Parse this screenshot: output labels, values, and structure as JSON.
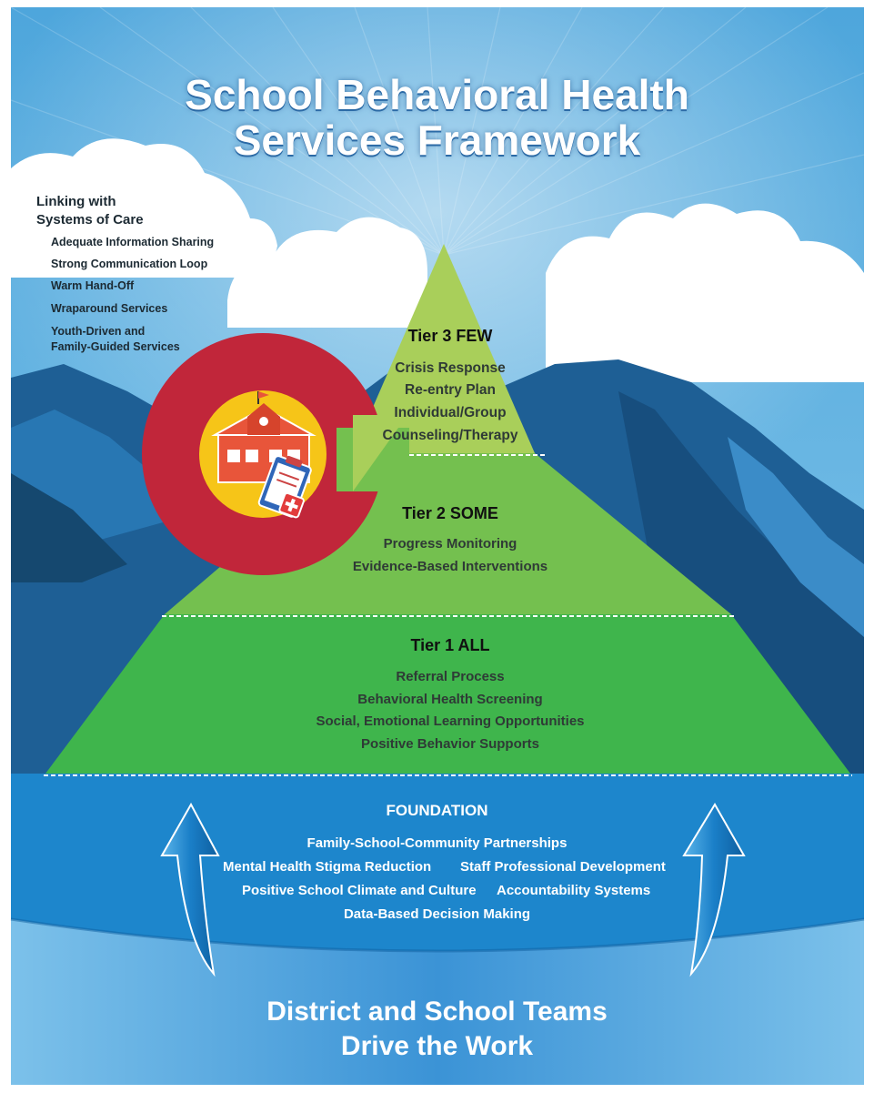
{
  "title": {
    "line1": "School Behavioral Health",
    "line2": "Services Framework"
  },
  "systems_of_care": {
    "heading_line1": "Linking with",
    "heading_line2": "Systems of Care",
    "items": [
      "Adequate Information Sharing",
      "Strong Communication Loop",
      "Warm Hand-Off",
      "Wraparound Services",
      "Youth-Driven and",
      "Family-Guided Services"
    ]
  },
  "tiers": {
    "tier3": {
      "heading": "Tier 3 FEW",
      "items": [
        "Crisis Response",
        "Re-entry Plan",
        "Individual/Group",
        "Counseling/Therapy"
      ]
    },
    "tier2": {
      "heading": "Tier 2 SOME",
      "items": [
        "Progress Monitoring",
        "Evidence-Based Interventions"
      ]
    },
    "tier1": {
      "heading": "Tier 1 ALL",
      "items": [
        "Referral Process",
        "Behavioral Health Screening",
        "Social, Emotional Learning Opportunities",
        "Positive Behavior Supports"
      ]
    }
  },
  "foundation": {
    "heading": "FOUNDATION",
    "items": [
      "Family-School-Community Partnerships",
      "Mental Health Stigma Reduction",
      "Staff Professional Development",
      "Positive School Climate and Culture",
      "Accountability Systems",
      "Data-Based Decision Making"
    ]
  },
  "drive": {
    "line1": "District and School Teams",
    "line2": "Drive the Work"
  },
  "icons": [
    "colorado-c-logo-icon",
    "schoolhouse-icon",
    "medical-clipboard-icon",
    "up-arrow-icon"
  ],
  "colors": {
    "sky": "#5aaedf",
    "mountain": "#1e5f95",
    "tier3": "#a9cf5a",
    "tier2": "#74c04f",
    "tier1": "#3fb54c",
    "foundation": "#1d86cc",
    "colorado_red": "#c1263a",
    "colorado_yellow": "#f6c518"
  }
}
